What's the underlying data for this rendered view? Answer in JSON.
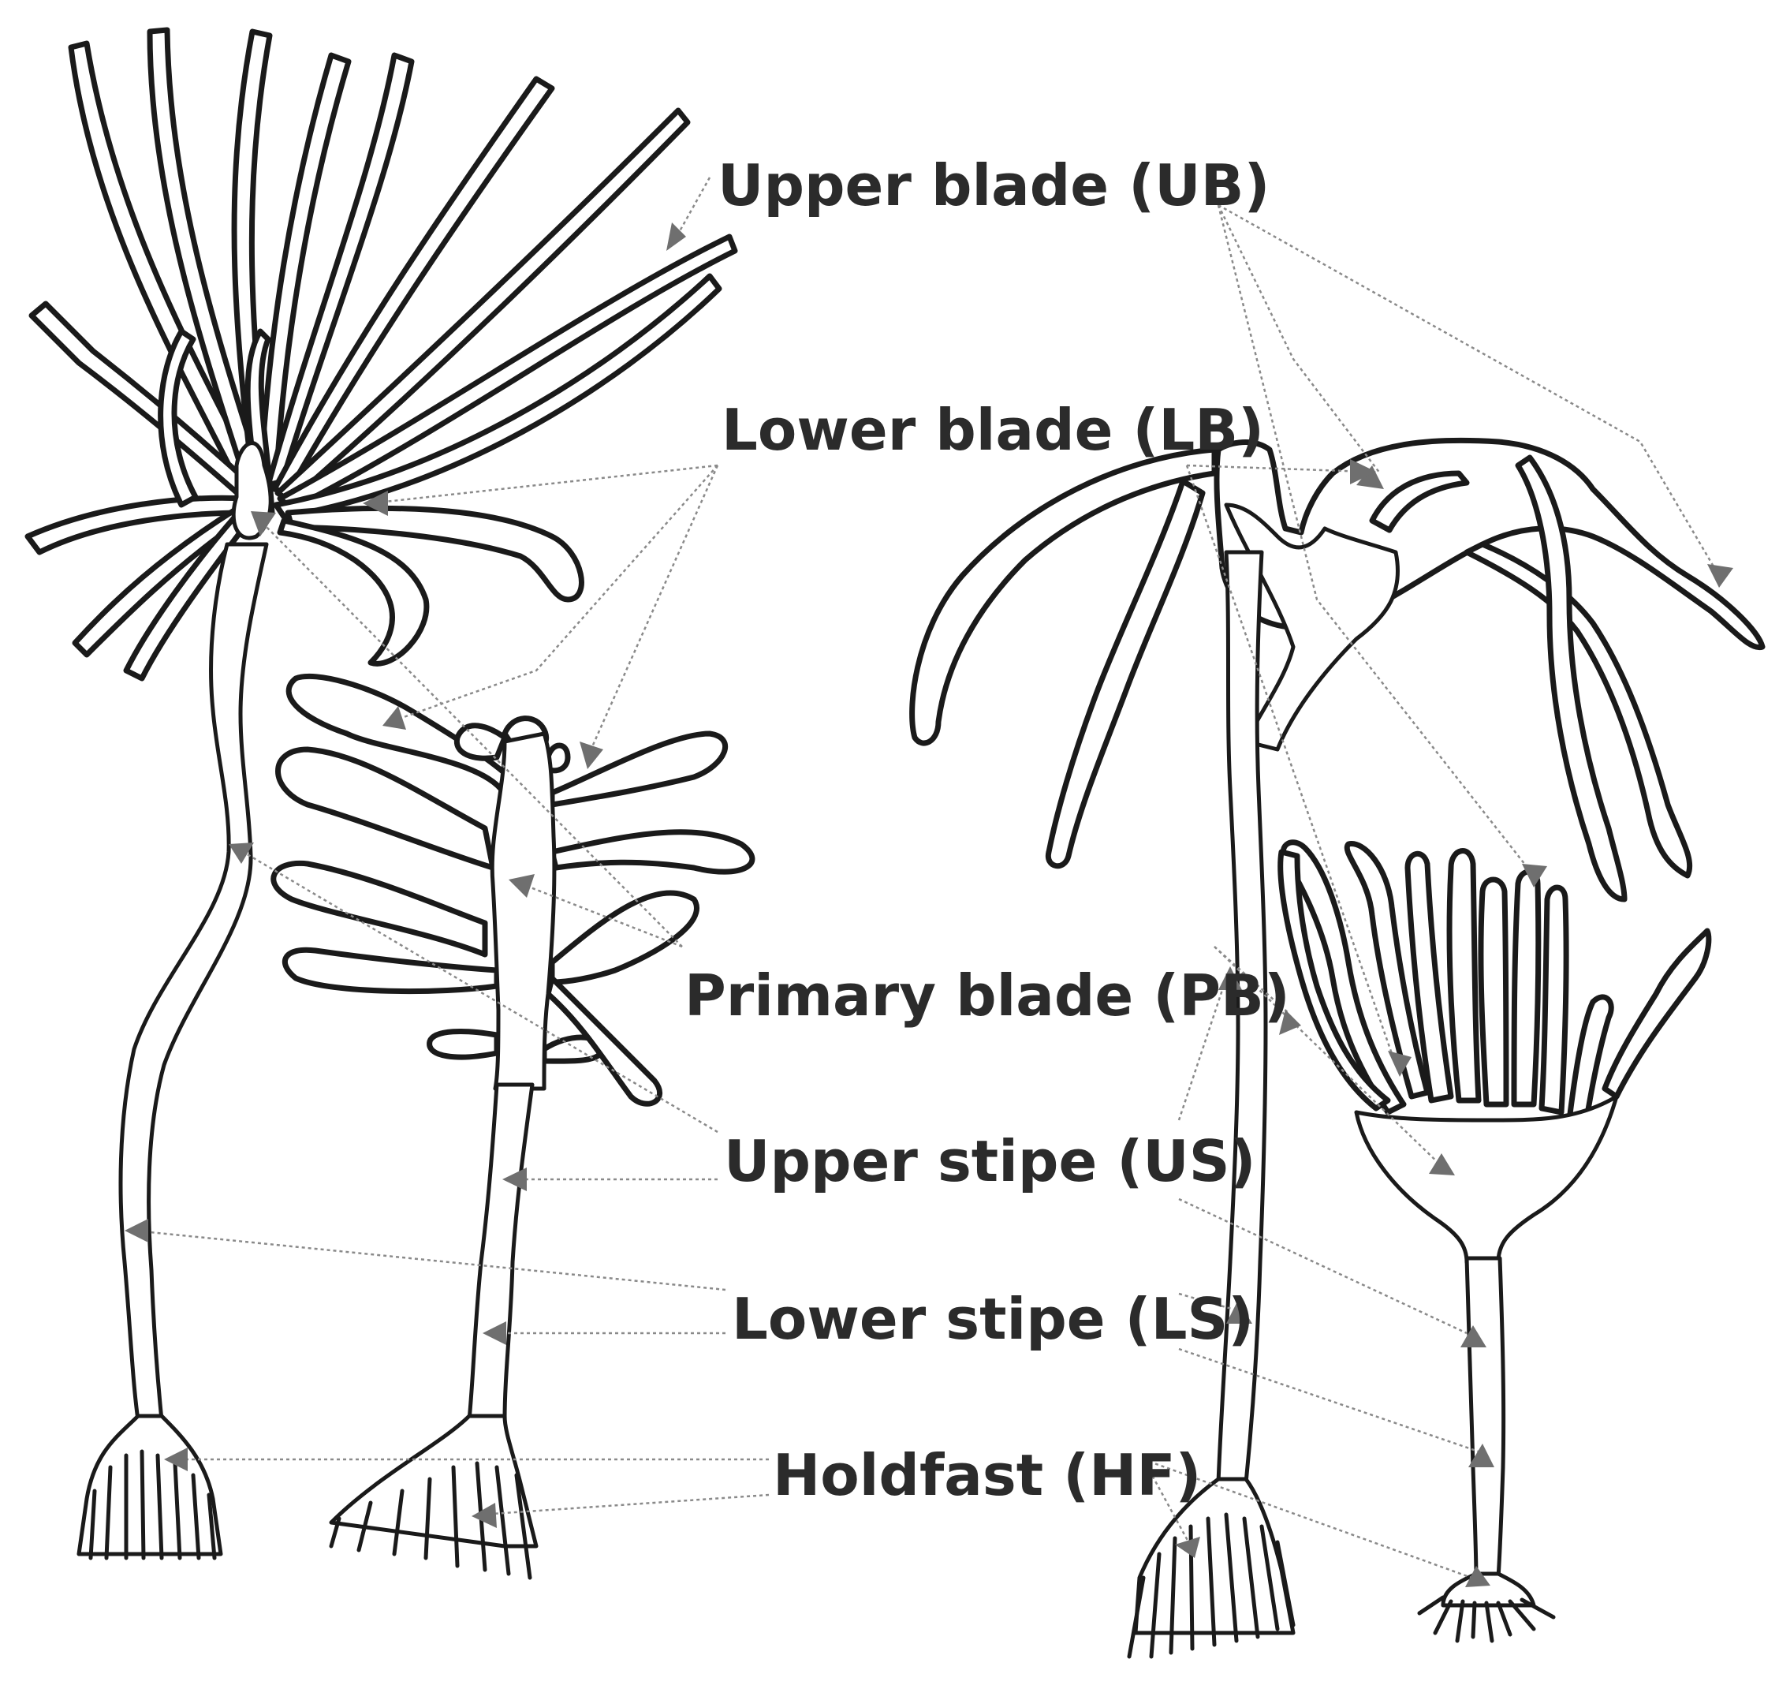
{
  "labels": {
    "upper_blade": "Upper blade (UB)",
    "lower_blade": "Lower blade (LB)",
    "primary_blade": "Primary blade (PB)",
    "upper_stipe": "Upper stipe (US)",
    "lower_stipe": "Lower stipe (LS)",
    "holdfast": "Holdfast (HF)"
  },
  "colors": {
    "outline": "#1a1a1a",
    "shading": "#cfcfcf",
    "leader_line": "#8a8a8a",
    "arrow": "#6f6f6f",
    "label_text": "#2b2b2b",
    "background": "#ffffff"
  }
}
